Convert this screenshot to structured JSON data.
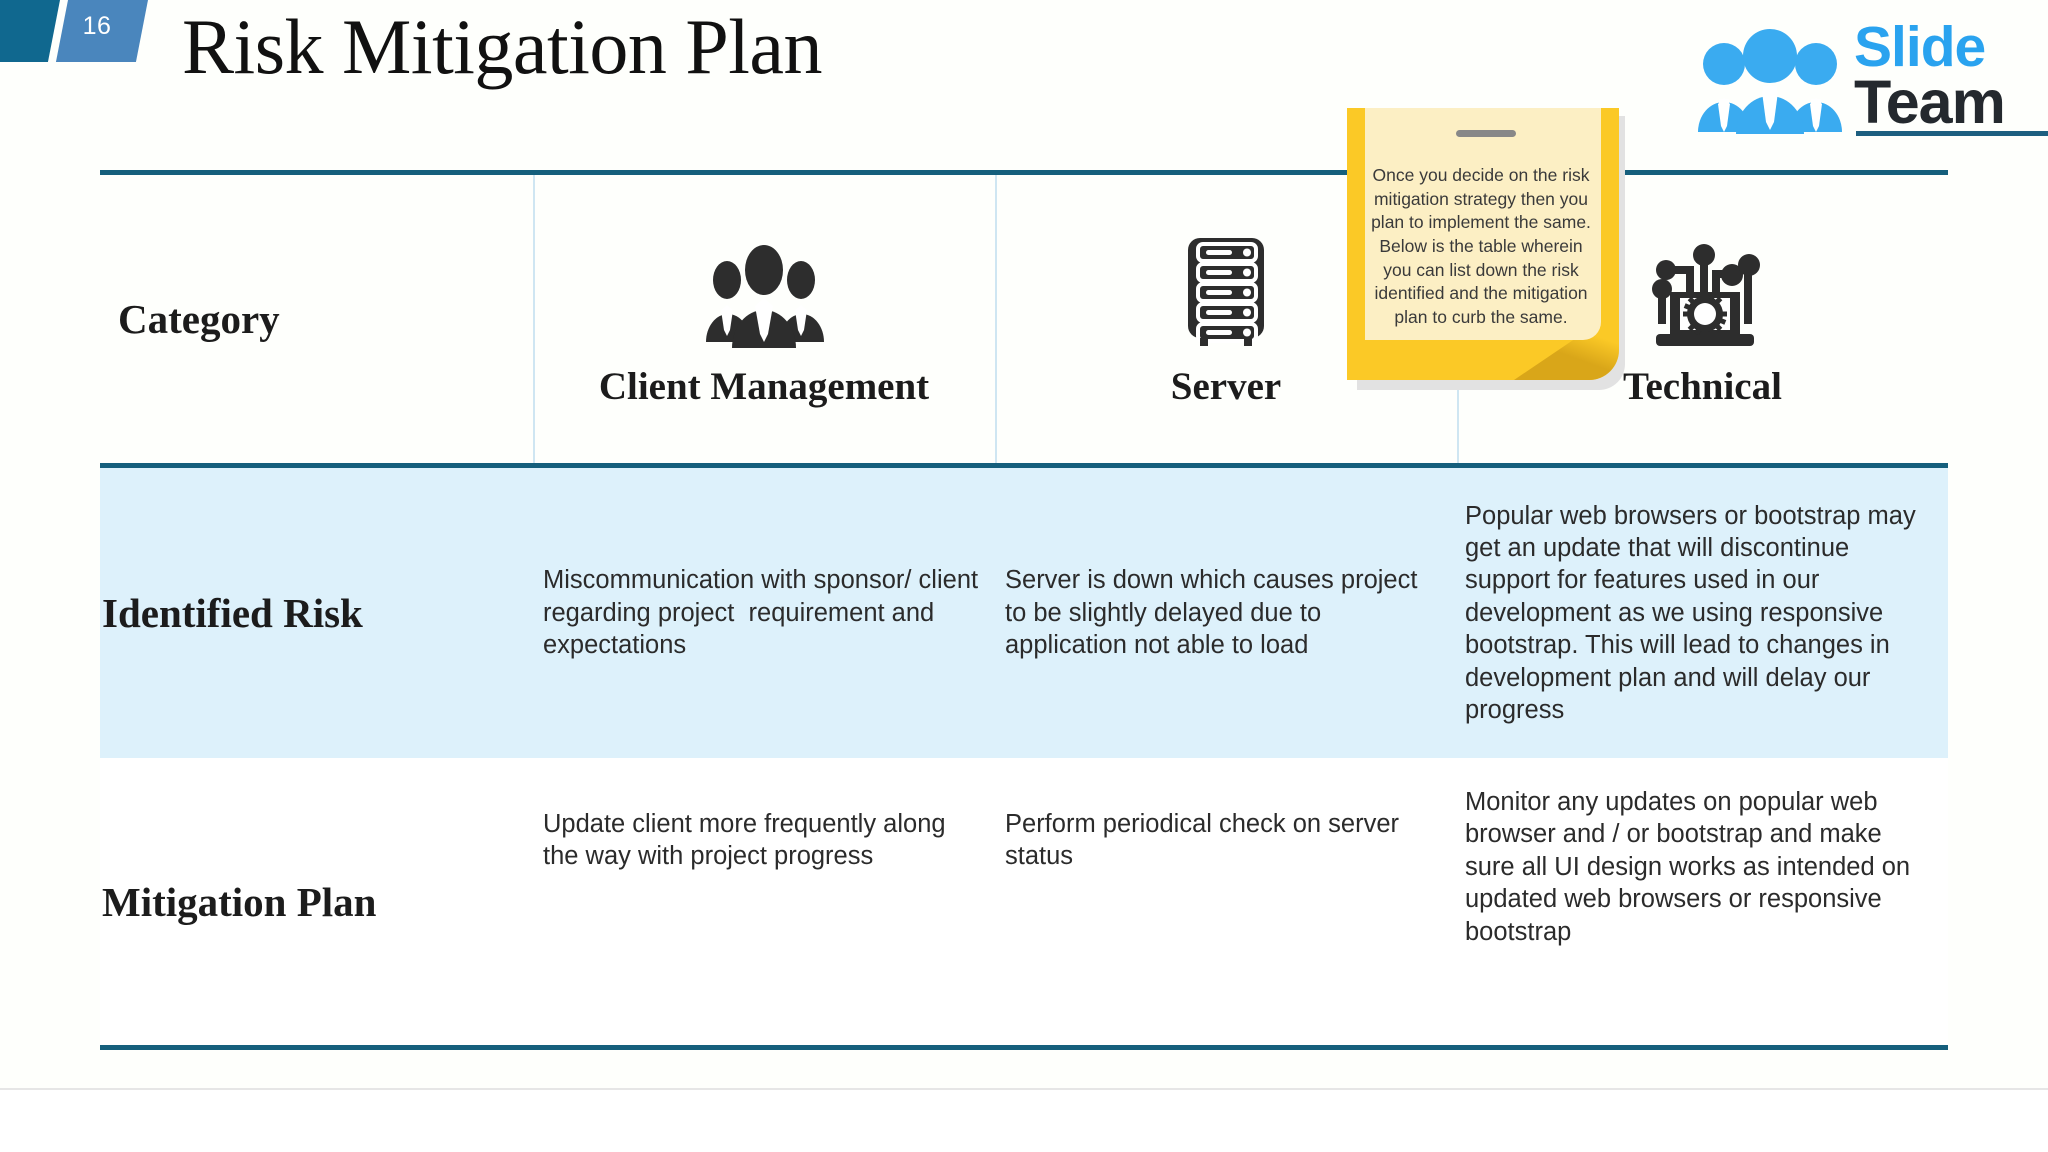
{
  "header": {
    "page_number": "16",
    "title": "Risk Mitigation Plan",
    "badge_dark_color": "#10688f",
    "badge_light_color": "#4a86bd"
  },
  "logo": {
    "word_primary": "Slide",
    "word_secondary": "Team",
    "primary_color": "#2aa3ef",
    "secondary_color": "#24292e",
    "underline_color": "#1d5f80"
  },
  "sticky_note": {
    "text": "Once you decide on the risk mitigation strategy then you plan to implement the same. Below is the table wherein you can list down the risk identified and the mitigation plan to curb the same.",
    "frame_color": "#fbc926",
    "paper_color": "#fcefc4"
  },
  "table": {
    "border_color": "#155f7c",
    "grid_color": "#cfe6f2",
    "highlight_row_color": "#ddf1fb",
    "columns": [
      {
        "key": "category",
        "label": "Category",
        "icon": ""
      },
      {
        "key": "client_management",
        "label": "Client Management",
        "icon": "people-group-icon"
      },
      {
        "key": "server",
        "label": "Server",
        "icon": "server-rack-icon"
      },
      {
        "key": "technical",
        "label": "Technical",
        "icon": "circuit-gear-icon"
      }
    ],
    "rows": [
      {
        "key": "identified_risk",
        "label": "Identified Risk",
        "cells": [
          "Miscommunication with sponsor/ client regarding project  requirement and expectations",
          "Server is down which causes project to be slightly delayed due to application not able to load",
          "Popular web browsers or bootstrap may get an update that will discontinue support for features used in our development as we using responsive bootstrap. This will lead to changes in development plan and will delay our progress"
        ]
      },
      {
        "key": "mitigation_plan",
        "label": "Mitigation Plan",
        "cells": [
          "Update client more frequently along the way with project progress",
          "Perform periodical check on server status",
          "Monitor any updates on popular web browser and / or bootstrap and make sure all UI design works as intended on updated web browsers or responsive bootstrap"
        ]
      }
    ]
  }
}
